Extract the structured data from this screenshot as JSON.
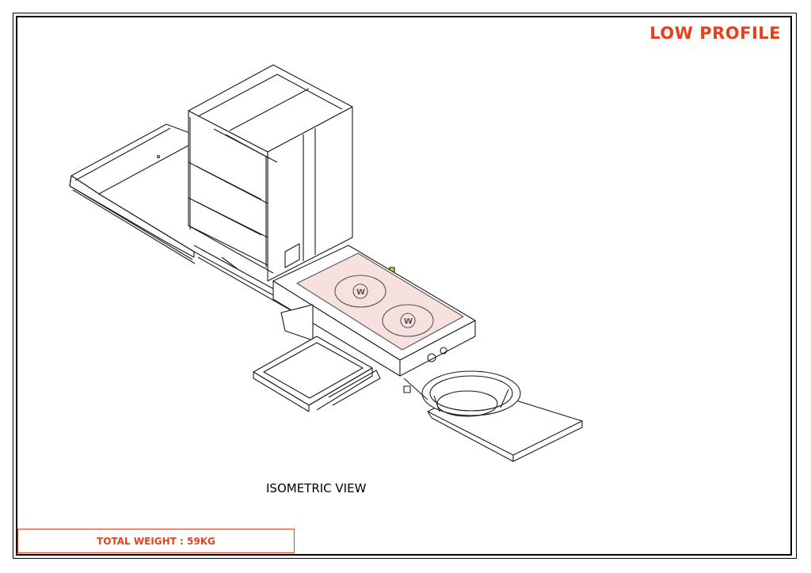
{
  "sheet": {
    "title": "LOW PROFILE",
    "view_label": "ISOMETRIC VIEW",
    "weight_label": "TOTAL WEIGHT : 59KG"
  },
  "colors": {
    "accent": "#e8401c",
    "line": "#1a1a1a",
    "cooktop": "#f7e1df"
  }
}
